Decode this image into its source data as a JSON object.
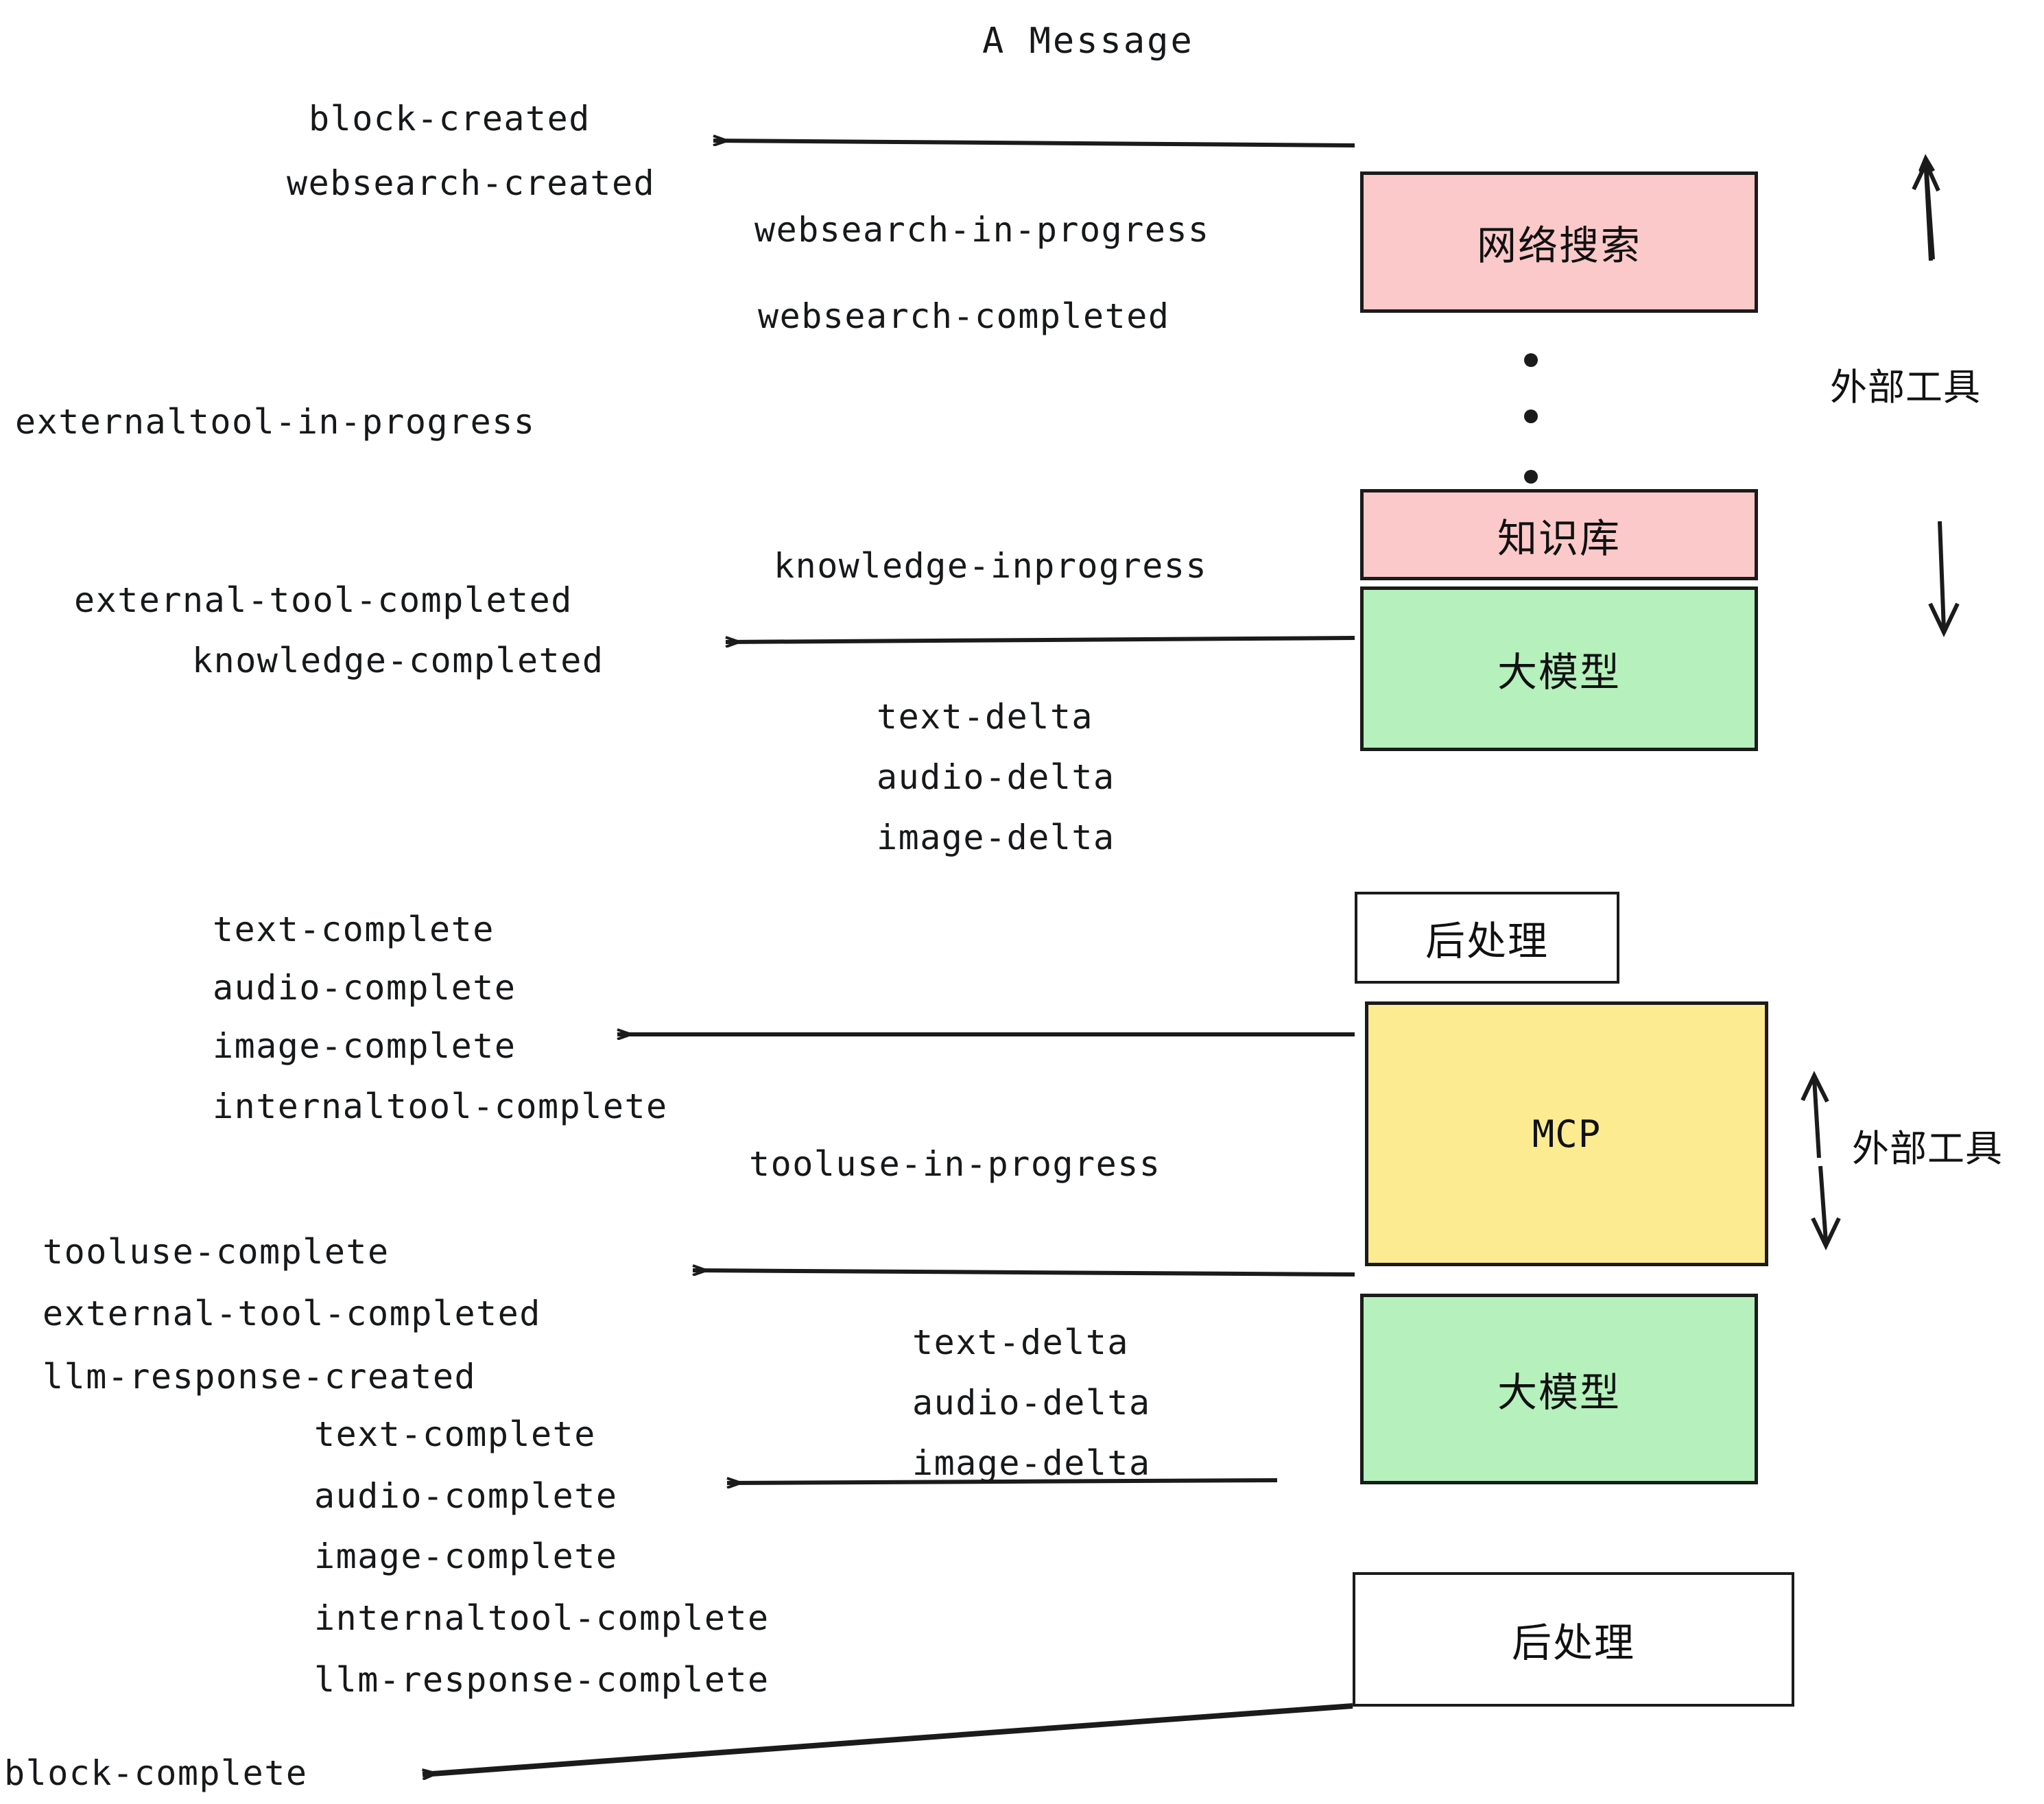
{
  "title": "A Message",
  "colors": {
    "pink": "#fbc9c9",
    "green": "#b5f0bd",
    "yellow": "#fdeb91",
    "white": "#ffffff",
    "stroke": "#1b1b1b",
    "text": "#16181a",
    "background": "#ffffff"
  },
  "nodes": [
    {
      "label": "网络搜索",
      "kind": "websearch",
      "fill": "pink"
    },
    {
      "label": "知识库",
      "kind": "knowledge",
      "fill": "pink"
    },
    {
      "label": "大模型",
      "kind": "llm-1",
      "fill": "green"
    },
    {
      "label": "后处理",
      "kind": "postproc-1",
      "fill": "white"
    },
    {
      "label": "MCP",
      "kind": "mcp",
      "fill": "yellow"
    },
    {
      "label": "大模型",
      "kind": "llm-2",
      "fill": "green"
    },
    {
      "label": "后处理",
      "kind": "postproc-2",
      "fill": "white"
    }
  ],
  "group_labels": [
    {
      "text": "外部工具",
      "for": "websearch-knowledge"
    },
    {
      "text": "外部工具",
      "for": "mcp"
    }
  ],
  "events": [
    {
      "text": "block-created",
      "group": "websearch-created"
    },
    {
      "text": "websearch-created",
      "group": "websearch-created"
    },
    {
      "text": "websearch-in-progress",
      "group": "websearch-progress"
    },
    {
      "text": "websearch-completed",
      "group": "websearch-progress"
    },
    {
      "text": "externaltool-in-progress",
      "group": "externaltool"
    },
    {
      "text": "knowledge-inprogress",
      "group": "knowledge-progress"
    },
    {
      "text": "external-tool-completed",
      "group": "knowledge-completed"
    },
    {
      "text": "knowledge-completed",
      "group": "knowledge-completed"
    },
    {
      "text": "text-delta",
      "group": "llm1-deltas"
    },
    {
      "text": "audio-delta",
      "group": "llm1-deltas"
    },
    {
      "text": "image-delta",
      "group": "llm1-deltas"
    },
    {
      "text": "text-complete",
      "group": "postproc1-complete"
    },
    {
      "text": "audio-complete",
      "group": "postproc1-complete"
    },
    {
      "text": "image-complete",
      "group": "postproc1-complete"
    },
    {
      "text": "internaltool-complete",
      "group": "postproc1-complete"
    },
    {
      "text": "tooluse-in-progress",
      "group": "mcp-progress"
    },
    {
      "text": "tooluse-complete",
      "group": "mcp-complete"
    },
    {
      "text": "external-tool-completed",
      "group": "mcp-complete"
    },
    {
      "text": "llm-response-created",
      "group": "mcp-complete"
    },
    {
      "text": "text-delta",
      "group": "llm2-deltas"
    },
    {
      "text": "audio-delta",
      "group": "llm2-deltas"
    },
    {
      "text": "image-delta",
      "group": "llm2-deltas"
    },
    {
      "text": "text-complete",
      "group": "llm2-complete"
    },
    {
      "text": "audio-complete",
      "group": "llm2-complete"
    },
    {
      "text": "image-complete",
      "group": "llm2-complete"
    },
    {
      "text": "internaltool-complete",
      "group": "llm2-complete"
    },
    {
      "text": "llm-response-complete",
      "group": "llm2-complete"
    },
    {
      "text": "block-complete",
      "group": "block-complete"
    }
  ],
  "ellipsis": {
    "dots": 3,
    "meaning": "more external tools omitted"
  }
}
